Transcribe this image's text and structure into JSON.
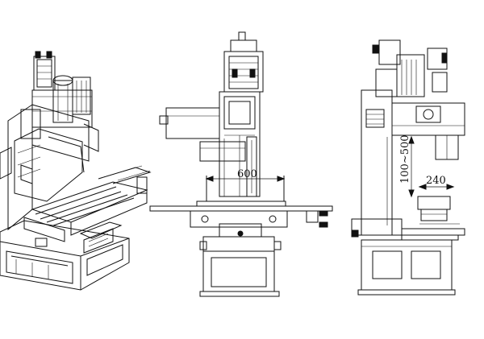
{
  "dimensions": {
    "front_width": "600",
    "side_travel": "100~500",
    "side_depth": "240"
  }
}
